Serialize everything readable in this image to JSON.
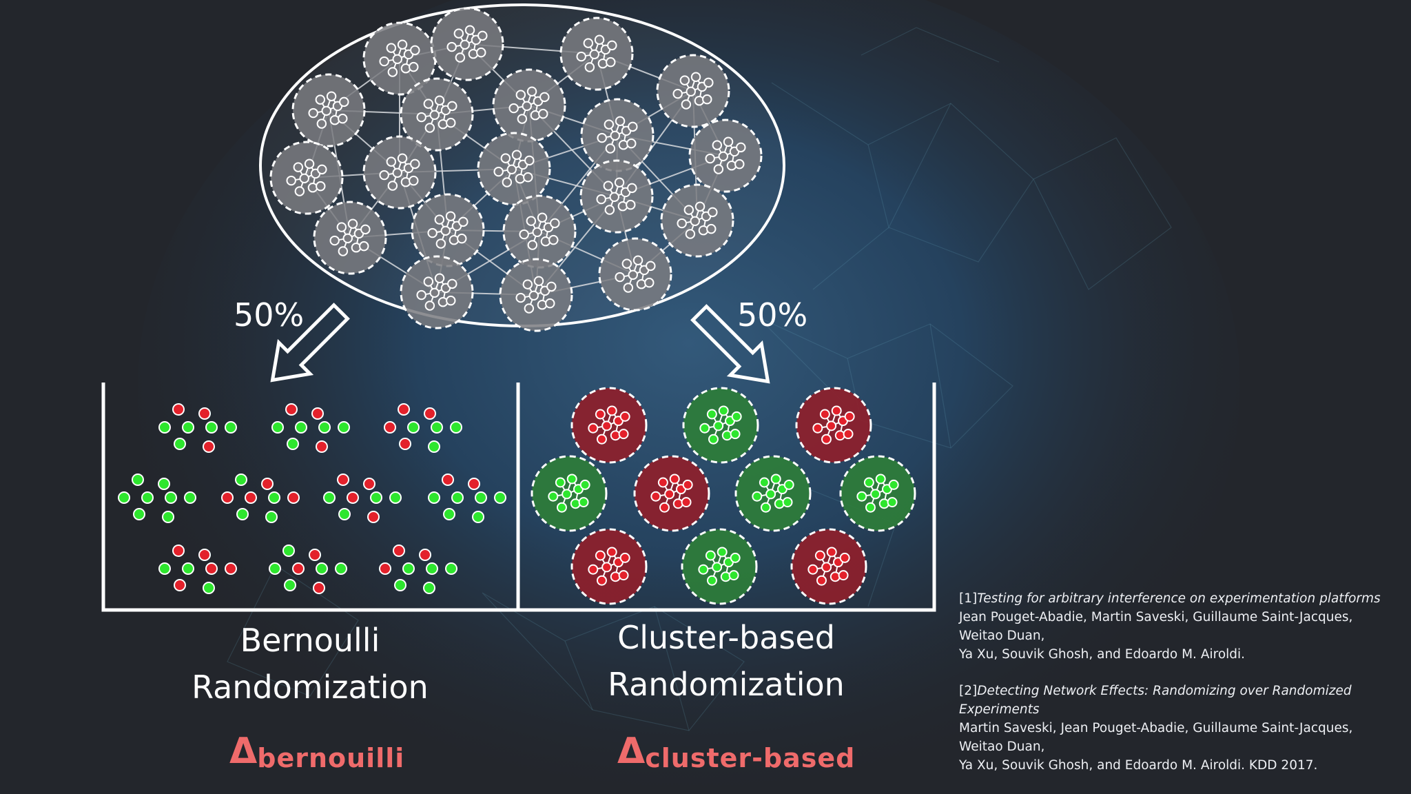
{
  "split": {
    "left_pct": "50%",
    "right_pct": "50%"
  },
  "panels": {
    "left": {
      "title_line1": "Bernoulli",
      "title_line2": "Randomization",
      "delta_symbol": "Δ",
      "delta_sub": "bernouilli"
    },
    "right": {
      "title_line1": "Cluster-based",
      "title_line2": "Randomization",
      "delta_symbol": "Δ",
      "delta_sub": "cluster-based"
    }
  },
  "references": [
    {
      "number": "[1]",
      "title": "Testing for arbitrary interference on experimentation platforms",
      "authors_lines": [
        "Jean Pouget-Abadie, Martin Saveski, Guillaume Saint-Jacques,",
        "Weitao Duan,",
        "Ya Xu, Souvik Ghosh, and Edoardo M. Airoldi."
      ]
    },
    {
      "number": "[2]",
      "title": "Detecting Network Effects: Randomizing over Randomized Experiments",
      "authors_lines": [
        "Martin Saveski, Jean Pouget-Abadie, Guillaume Saint-Jacques,",
        "Weitao Duan,",
        "Ya Xu, Souvik Ghosh, and Edoardo M. Airoldi. KDD 2017."
      ]
    }
  ],
  "colors": {
    "background": "#23262c",
    "cluster_gray": "#7a7b80",
    "treatment_red": "#8e1f2b",
    "control_green": "#2e7d3a",
    "node_red": "#e3212b",
    "node_green": "#2ee62e",
    "delta_text": "#ef6b6b"
  },
  "icons": [
    "arrow-down-left-icon",
    "arrow-down-right-icon"
  ]
}
